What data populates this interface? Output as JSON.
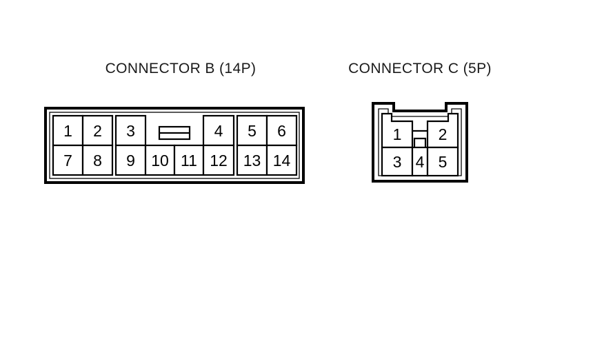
{
  "page": {
    "background_color": "#ffffff",
    "line_color": "#000000",
    "text_color": "#1a1a1a"
  },
  "connectors": [
    {
      "id": "connector-b",
      "title": "CONNECTOR B (14P)",
      "pin_count": "14P",
      "letter": "B",
      "shape": "rectangular",
      "rows": [
        {
          "name": "top-row",
          "pins": [
            "1",
            "2",
            "3",
            "4",
            "5",
            "6"
          ]
        },
        {
          "name": "bottom-row",
          "pins": [
            "7",
            "8",
            "9",
            "10",
            "11",
            "12",
            "13",
            "14"
          ]
        }
      ],
      "all_pins": [
        "1",
        "2",
        "3",
        "4",
        "5",
        "6",
        "7",
        "8",
        "9",
        "10",
        "11",
        "12",
        "13",
        "14"
      ],
      "features": [
        "center-locking-tab",
        "keyway-gap-left",
        "keyway-gap-right"
      ]
    },
    {
      "id": "connector-c",
      "title": "CONNECTOR C (5P)",
      "pin_count": "5P",
      "letter": "C",
      "shape": "notched-top",
      "rows": [
        {
          "name": "top-row",
          "pins": [
            "1",
            "2"
          ]
        },
        {
          "name": "bottom-row",
          "pins": [
            "3",
            "4",
            "5"
          ]
        }
      ],
      "all_pins": [
        "1",
        "2",
        "3",
        "4",
        "5"
      ],
      "features": [
        "stepped-top-notch",
        "center-locking-tab"
      ]
    }
  ]
}
